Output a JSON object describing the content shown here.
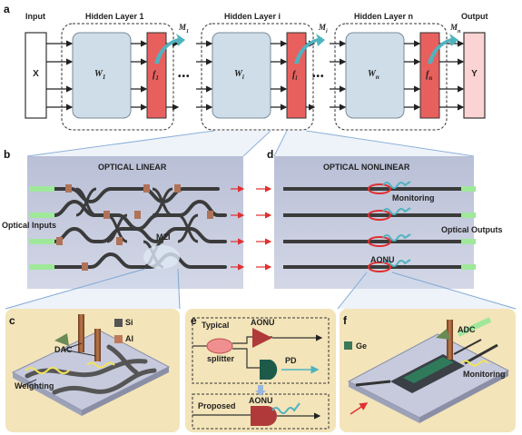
{
  "panel_letters": {
    "a": "a",
    "b": "b",
    "c": "c",
    "d": "d",
    "e": "e",
    "f": "f"
  },
  "panel_a": {
    "input_label": "Input",
    "output_label": "Output",
    "x_box": "X",
    "y_box": "Y",
    "layers": [
      {
        "title": "Hidden Layer 1",
        "weight": "W",
        "weight_sub": "1",
        "act": "f",
        "act_sub": "1",
        "monitor": "M",
        "monitor_sub": "1"
      },
      {
        "title": "Hidden Layer i",
        "weight": "W",
        "weight_sub": "i",
        "act": "f",
        "act_sub": "i",
        "monitor": "M",
        "monitor_sub": "i"
      },
      {
        "title": "Hidden Layer n",
        "weight": "W",
        "weight_sub": "n",
        "act": "f",
        "act_sub": "n",
        "monitor": "M",
        "monitor_sub": "n"
      }
    ],
    "ellipsis": "•••"
  },
  "panel_b": {
    "title": "OPTICAL  LINEAR",
    "inputs_label": "Optical Inputs",
    "mzi_label": "MZI"
  },
  "panel_d": {
    "title": "OPTICAL  NONLINEAR",
    "monitoring_label": "Monitoring",
    "outputs_label": "Optical Outputs",
    "aonu_label": "AONU"
  },
  "panel_c": {
    "legend": [
      {
        "label": "Si",
        "color": "#555555"
      },
      {
        "label": "Al",
        "color": "#c07a5a"
      }
    ],
    "dac_label": "DAC",
    "weighting_label": "Weighting"
  },
  "panel_e": {
    "typical_label": "Typical",
    "splitter_label": "splitter",
    "aonu_label": "AONU",
    "pd_label": "PD",
    "proposed_label": "Proposed",
    "aonu2_label": "AONU"
  },
  "panel_f": {
    "legend": [
      {
        "label": "Ge",
        "color": "#3a7a5a"
      }
    ],
    "adc_label": "ADC",
    "monitoring_label": "Monitoring"
  },
  "colors": {
    "accent": "#4fb3bf",
    "red": "#e8605e",
    "weight_box": "#cfdde8",
    "panel_bg": "#f3e4b9",
    "chip_bg": "#c9cfe0"
  }
}
